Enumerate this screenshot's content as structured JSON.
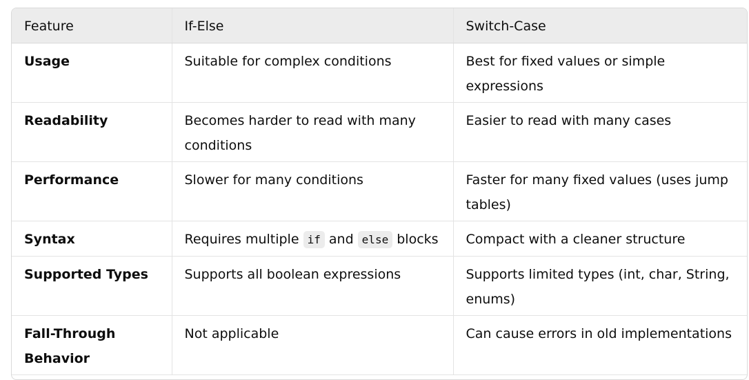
{
  "table": {
    "headers": [
      "Feature",
      "If-Else",
      "Switch-Case"
    ],
    "rows": [
      {
        "feature": "Usage",
        "if_else": "Suitable for complex conditions",
        "switch_case": "Best for fixed values or simple expressions"
      },
      {
        "feature": "Readability",
        "if_else": "Becomes harder to read with many conditions",
        "switch_case": "Easier to read with many cases"
      },
      {
        "feature": "Performance",
        "if_else": "Slower for many conditions",
        "switch_case": "Faster for many fixed values (uses jump tables)"
      },
      {
        "feature": "Syntax",
        "if_else_parts": [
          "Requires multiple ",
          "if",
          " and ",
          "else",
          " blocks"
        ],
        "switch_case": "Compact with a cleaner structure"
      },
      {
        "feature": "Supported Types",
        "if_else": "Supports all boolean expressions",
        "switch_case": "Supports limited types (int, char, String, enums)"
      },
      {
        "feature": "Fall-Through Behavior",
        "if_else": "Not applicable",
        "switch_case": "Can cause errors in old implementations"
      }
    ]
  }
}
